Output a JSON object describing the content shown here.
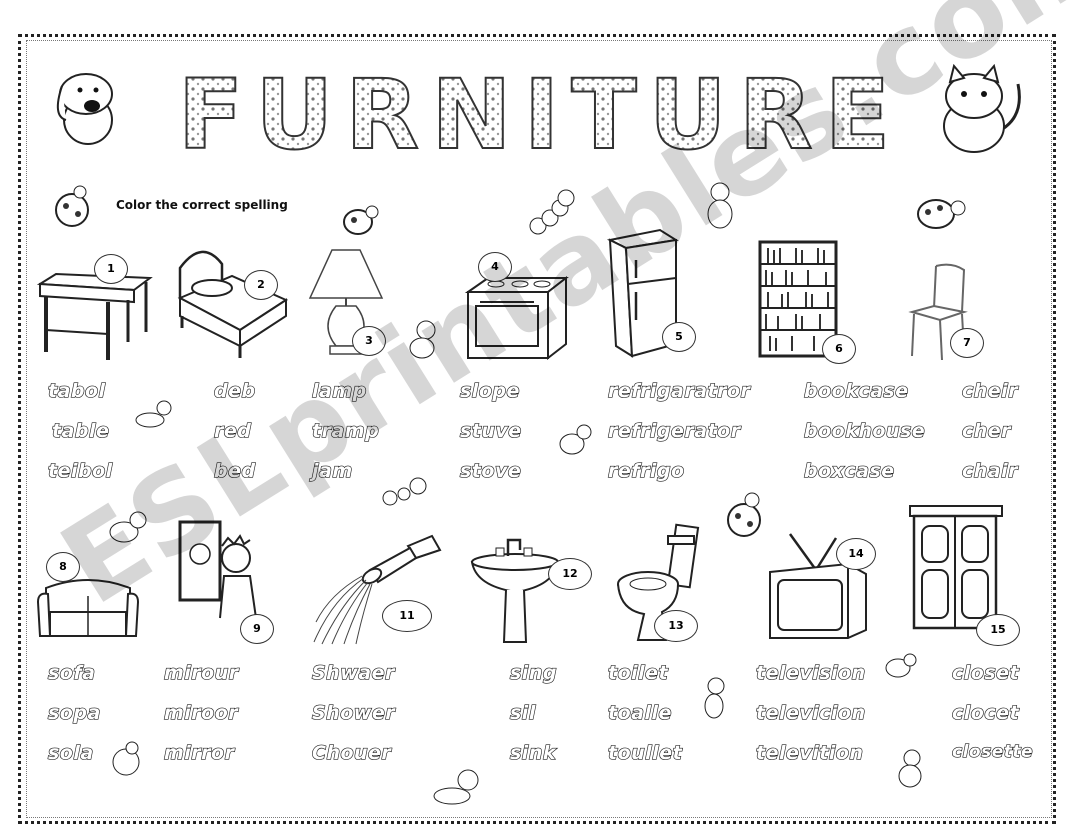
{
  "title": "FURNITURE",
  "instruction": "Color the correct spelling",
  "watermark": "ESLprintables.com",
  "numbers": [
    "1",
    "2",
    "3",
    "4",
    "5",
    "6",
    "7",
    "8",
    "9",
    "11",
    "12",
    "13",
    "14",
    "15"
  ],
  "row1": {
    "table": [
      "tabol",
      "table",
      "teibol"
    ],
    "bed": [
      "deb",
      "red",
      "bed"
    ],
    "lamp": [
      "lamp",
      "tramp",
      "jam"
    ],
    "stove": [
      "slope",
      "stuve",
      "stove"
    ],
    "refrigerator": [
      "refrigaratror",
      "refrigerator",
      "refrigo"
    ],
    "bookcase": [
      "bookcase",
      "bookhouse",
      "boxcase"
    ],
    "chair": [
      "cheir",
      "cher",
      "chair"
    ]
  },
  "row2": {
    "sofa": [
      "sofa",
      "sopa",
      "sola"
    ],
    "mirror": [
      "mirour",
      "miroor",
      "mirror"
    ],
    "shower": [
      "Shwaer",
      "Shower",
      "Chouer"
    ],
    "sink": [
      "sing",
      "sil",
      "sink"
    ],
    "toilet": [
      "toilet",
      "toalle",
      "toullet"
    ],
    "television": [
      "television",
      "televicion",
      "televition"
    ],
    "closet": [
      "closet",
      "clocet",
      "closette"
    ]
  }
}
